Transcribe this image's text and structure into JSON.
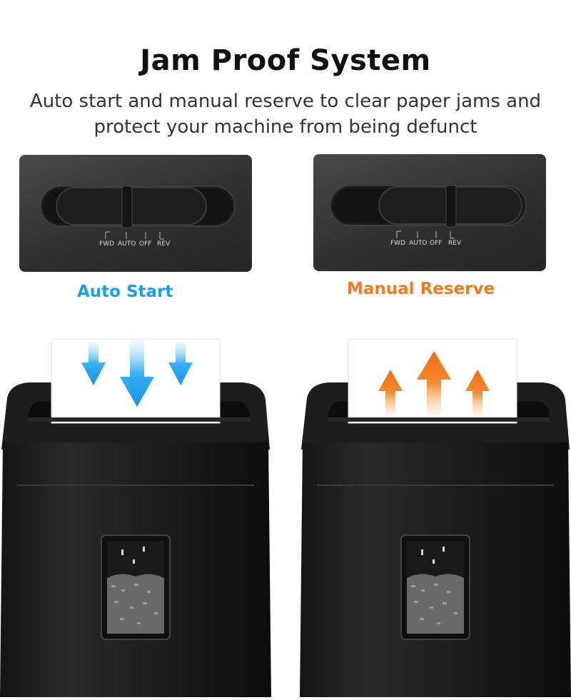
{
  "header": {
    "title": "Jam Proof System",
    "subtitle_line1": "Auto start and manual reserve to clear paper jams and",
    "subtitle_line2": "protect your machine from being defunct"
  },
  "switch_labels": {
    "fwd": "FWD",
    "auto": "AUTO",
    "off": "OFF",
    "rev": "REV"
  },
  "modes": [
    {
      "caption": "Auto Start",
      "color": "#1aa0ea",
      "arrow_direction": "down",
      "switch_position": "AUTO"
    },
    {
      "caption": "Manual Reserve",
      "color": "#f07a20",
      "arrow_direction": "up",
      "switch_position": "REV"
    }
  ]
}
